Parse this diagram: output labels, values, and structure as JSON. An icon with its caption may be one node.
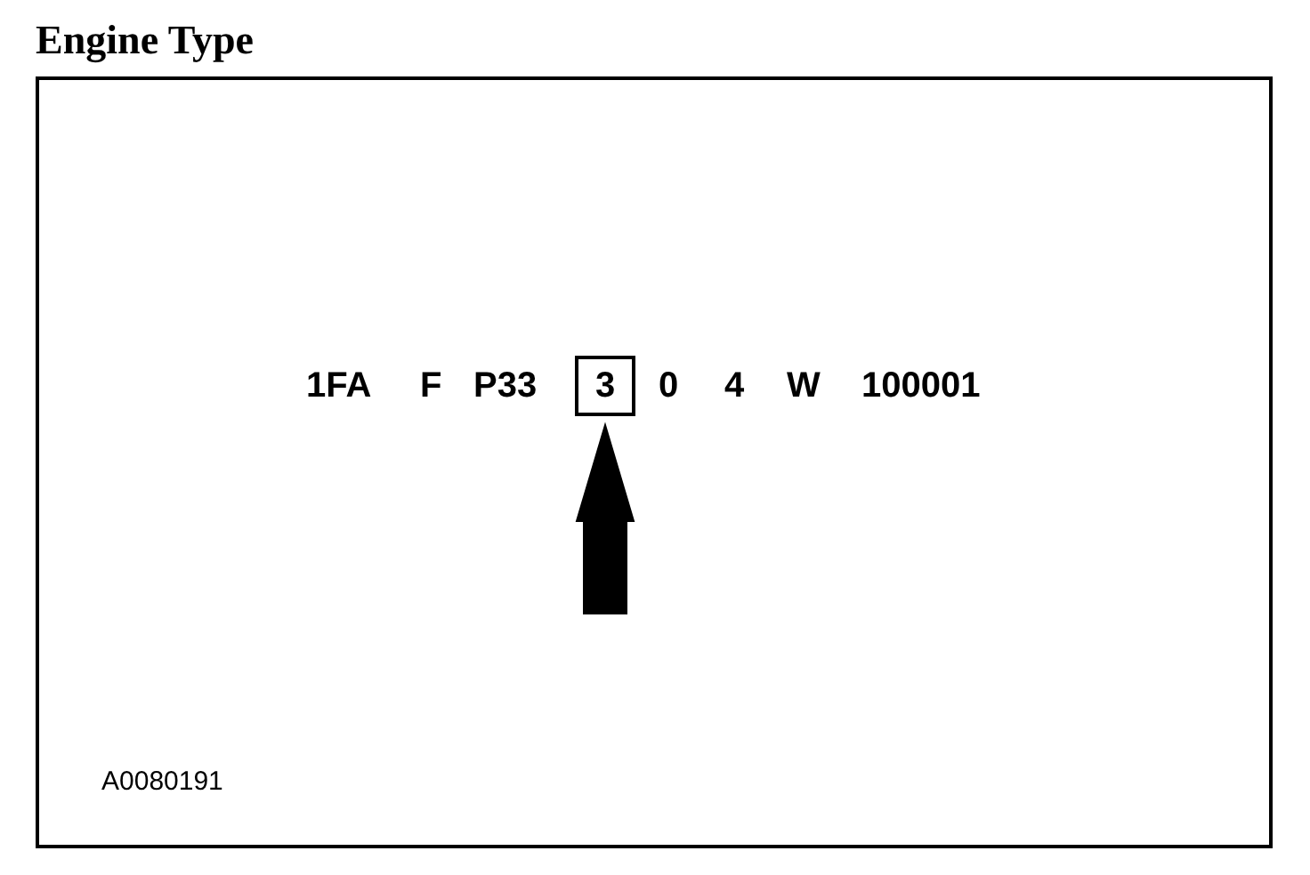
{
  "diagram": {
    "nodes": [
      {
        "text": [
          "Engine Type"
        ]
      },
      {
        "text": [
          "3"
        ],
        "in": 0
      }
    ],
    "edges": [
      {
        "from": null,
        "to": 1,
        "arrow": "to",
        "style": "thick"
      }
    ],
    "labels": [
      "1FA",
      "F",
      "P33",
      "0",
      "4",
      "W",
      "100001",
      "A0080191"
    ]
  }
}
